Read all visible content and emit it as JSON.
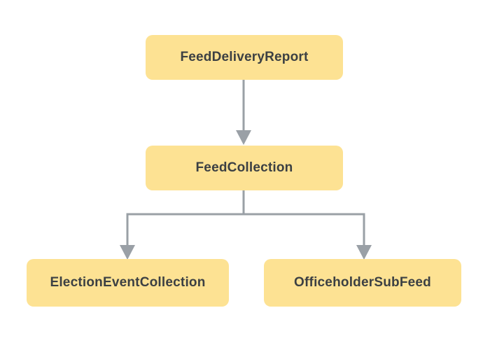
{
  "diagram": {
    "type": "tree",
    "nodes": [
      {
        "id": "feed_delivery_report",
        "label": "FeedDeliveryReport"
      },
      {
        "id": "feed_collection",
        "label": "FeedCollection"
      },
      {
        "id": "election_event_collection",
        "label": "ElectionEventCollection"
      },
      {
        "id": "officeholder_sub_feed",
        "label": "OfficeholderSubFeed"
      }
    ],
    "edges": [
      {
        "from": "FeedDeliveryReport",
        "to": "FeedCollection"
      },
      {
        "from": "FeedCollection",
        "to": "ElectionEventCollection"
      },
      {
        "from": "FeedCollection",
        "to": "OfficeholderSubFeed"
      }
    ],
    "colors": {
      "background": "#ffffff",
      "node_fill": "#FDE293",
      "node_text": "#3C4043",
      "connector": "#9AA0A6"
    }
  }
}
